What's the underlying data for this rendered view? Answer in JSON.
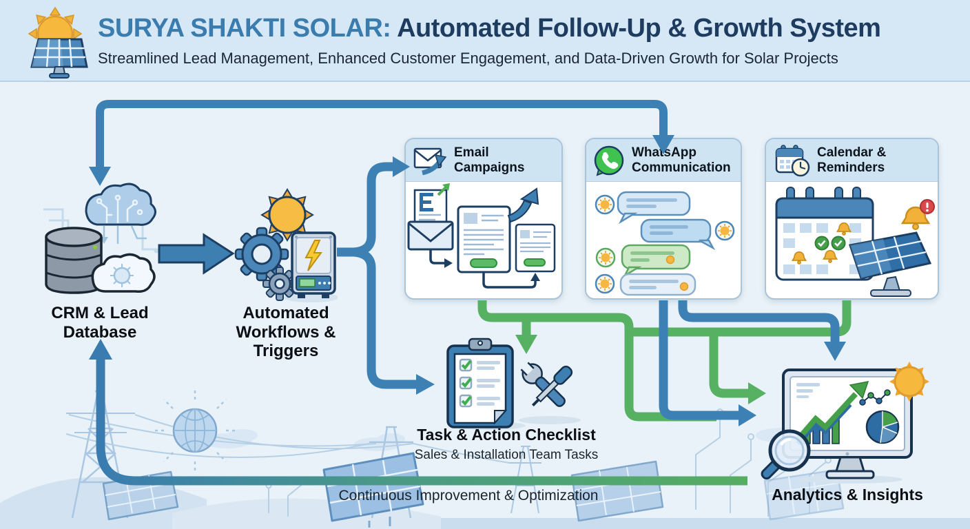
{
  "header": {
    "brand": "SURYA SHAKTI SOLAR:",
    "title": " Automated Follow-Up & Growth System",
    "subtitle": "Streamlined Lead Management, Enhanced Customer Engagement, and Data-Driven Growth for Solar Projects"
  },
  "nodes": {
    "crm": {
      "line1": "CRM & Lead",
      "line2": "Database"
    },
    "workflows": {
      "line1": "Automated",
      "line2": "Workflows &",
      "line3": "Triggers"
    },
    "email": {
      "line1": "Email",
      "line2": "Campaigns"
    },
    "whatsapp": {
      "line1": "WhatsApp",
      "line2": "Communication"
    },
    "calendar": {
      "line1": "Calendar &",
      "line2": "Reminders"
    },
    "task": {
      "title": "Task & Action Checklist",
      "subtitle": "Sales & Installation Team Tasks"
    },
    "analytics": {
      "label": "Analytics & Insights"
    }
  },
  "loop": {
    "label": "Continuous Improvement & Optimization"
  },
  "colors": {
    "page_background": "#e9f2f8",
    "header_band": "#d6e8f5",
    "brand_blue": "#3b7cae",
    "navy": "#1d3c5f",
    "blue_connector": "#3c80b4",
    "green_connector": "#57b163",
    "whatsapp_green": "#3fc24f",
    "sun_orange": "#f6b83d",
    "card_header": "#cfe4f3",
    "alert_red": "#d9484a"
  }
}
